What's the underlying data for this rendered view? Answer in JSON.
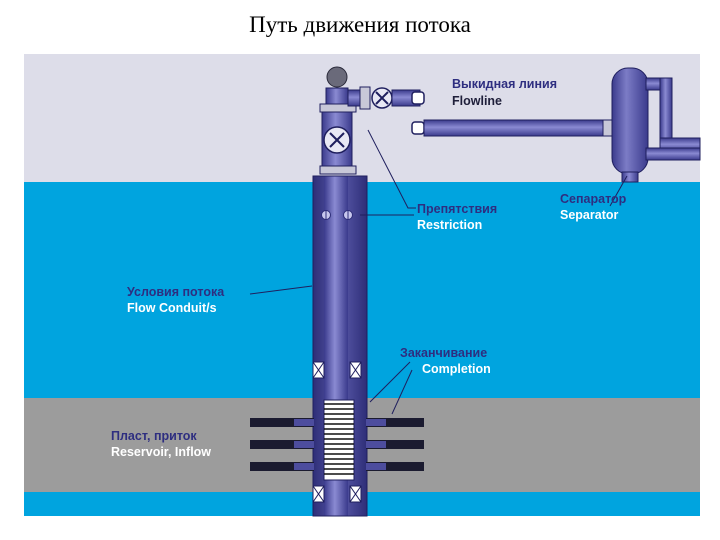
{
  "title": "Путь движения потока",
  "labels": {
    "flowline_ru": "Выкидная линия",
    "flowline_en": "Flowline",
    "restriction_ru": "Препятствия",
    "restriction_en": "Restriction",
    "separator_ru": "Сепаратор",
    "separator_en": "Separator",
    "conduit_ru": "Условия потока",
    "conduit_en": "Flow Conduit/s",
    "completion_ru": "Заканчивание",
    "completion_en": "Completion",
    "reservoir_ru": "Пласт, приток",
    "reservoir_en": "Reservoir, Inflow"
  },
  "colors": {
    "sky": "#DDDDE9",
    "water": "#00A4DF",
    "reservoir": "#9C9C9C",
    "pipe": "#4D4D9E",
    "pipe_light": "#7C7CC4",
    "label_ru": "#2E2E80",
    "label_en": "#FFFFFF"
  }
}
